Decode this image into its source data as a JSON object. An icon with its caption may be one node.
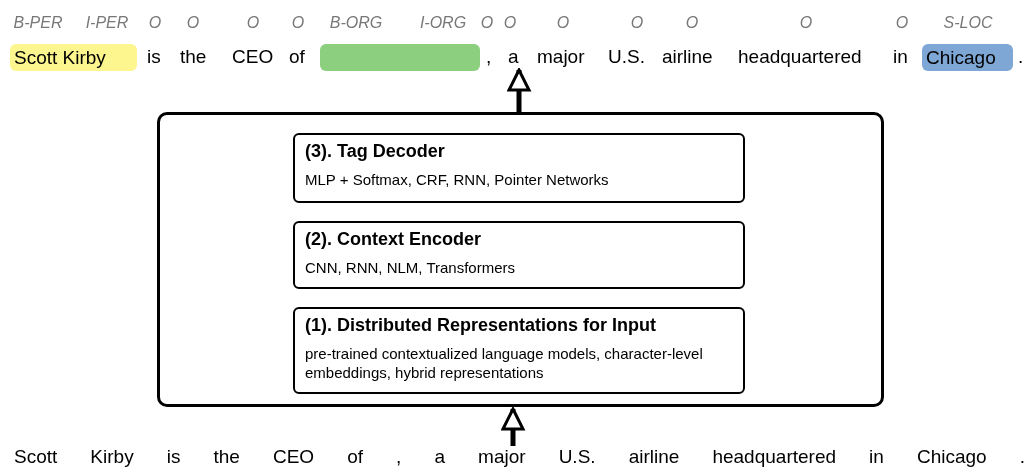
{
  "diagram": {
    "nodes": [
      {
        "text": [
          "Scott Kirby"
        ]
      },
      {
        "text": [],
        "shape": "box"
      },
      {
        "text": [
          "Chicago"
        ]
      },
      {
        "text": [],
        "shape": "box"
      },
      {
        "text": [
          "(3). Tag Decoder",
          "MLP + Softmax, CRF, RNN, Pointer Networks"
        ],
        "in": 3
      },
      {
        "text": [
          "(2). Context Encoder",
          "CNN, RNN, NLM, Transformers"
        ],
        "in": 3
      },
      {
        "text": [
          "(1). Distributed Representations for Input",
          "pre-trained contextualized language models, character-level embeddings, hybrid representations"
        ],
        "in": 3
      },
      {
        "text": [
          "Scott Kirby is the CEO of , a major U.S. airline headquartered in Chicago ."
        ]
      },
      {
        "text": [
          "a"
        ]
      }
    ],
    "edges": [
      {
        "from": 7,
        "to": 3,
        "arrow": "to"
      },
      {
        "from": 3,
        "to": 8,
        "arrow": "to"
      }
    ],
    "labels": [
      "B-PER",
      "I-PER",
      "O",
      "O",
      "O",
      "O",
      "B-ORG",
      "I-ORG",
      "O",
      "O",
      "O",
      "O",
      "O",
      "O",
      "O",
      "S-LOC",
      "is",
      "the",
      "CEO",
      "of",
      ",",
      "major",
      "U.S.",
      "airline",
      "headquartered",
      "in",
      "."
    ]
  }
}
